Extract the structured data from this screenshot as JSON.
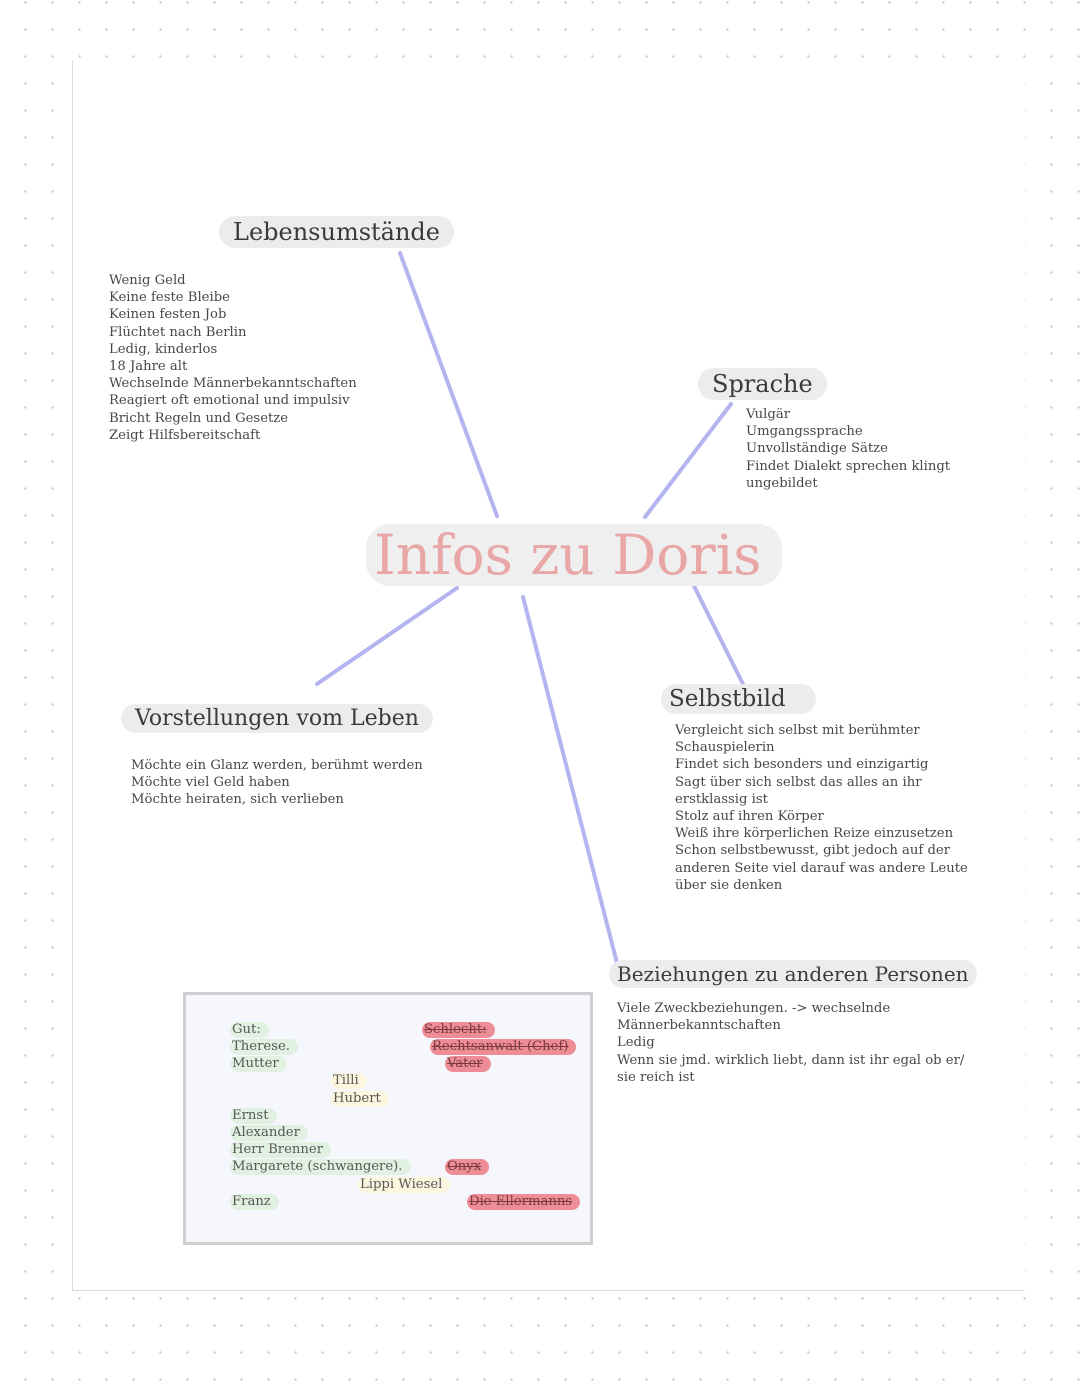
{
  "title": "Infos zu Doris",
  "headings": {
    "lebensumstaende": "Lebensumstände",
    "sprache": "Sprache",
    "vorstellungen": "Vorstellungen vom Leben",
    "selbstbild": "Selbstbild",
    "beziehungen": "Beziehungen zu anderen Personen"
  },
  "lebensumstaende_notes": [
    "Wenig Geld",
    "Keine feste Bleibe",
    "Keinen festen Job",
    "Flüchtet nach Berlin",
    "Ledig, kinderlos",
    "18 Jahre alt",
    "Wechselnde Männerbekanntschaften",
    "Reagiert oft emotional und impulsiv",
    "Bricht Regeln und Gesetze",
    "Zeigt Hilfsbereitschaft"
  ],
  "sprache_notes": [
    "Vulgär",
    "Umgangssprache",
    "Unvollständige Sätze",
    "Findet Dialekt sprechen klingt",
    "ungebildet"
  ],
  "vorstellungen_notes": [
    "Möchte ein Glanz werden, berühmt werden",
    "Möchte viel Geld haben",
    "Möchte heiraten, sich verlieben"
  ],
  "selbstbild_notes": [
    "Vergleicht sich selbst mit berühmter",
    "Schauspielerin",
    "Findet sich besonders und einzigartig",
    "Sagt über sich selbst das alles an ihr",
    "erstklassig ist",
    "Stolz auf ihren Körper",
    "Weiß ihre körperlichen Reize einzusetzen",
    "Schon selbstbewusst, gibt jedoch auf der",
    "anderen Seite viel darauf was andere Leute",
    "über sie denken"
  ],
  "beziehungen_notes": [
    "Viele Zweckbeziehungen. -> wechselnde",
    "Männerbekanntschaften",
    "Ledig",
    "Wenn sie jmd. wirklich liebt, dann ist ihr egal ob er/",
    "sie reich ist"
  ],
  "relations": {
    "gut_label": "Gut:",
    "schlecht_label": "Schlecht:",
    "therese": "Therese.",
    "mutter": "Mutter",
    "tilli": "Tilli",
    "hubert": "Hubert",
    "rechtsanwalt": "Rechtsanwalt (Chef)",
    "vater": "Vater",
    "ernst": "Ernst",
    "alexander": "Alexander",
    "herr_brenner": "Herr Brenner",
    "margarete": "Margarete (schwangere).",
    "onyx": "Onyx",
    "lippi_wiesel": "Lippi Wiesel",
    "franz": "Franz",
    "ellermanns": "Die Ellermanns"
  },
  "colors": {
    "connector": "#b4b4f0",
    "title": "#e8a6a6",
    "good_highlight": "#e1f1e1",
    "neutral_highlight": "#fbf6dd",
    "bad_highlight": "#ef8d96",
    "heading_background": "#ececec"
  }
}
